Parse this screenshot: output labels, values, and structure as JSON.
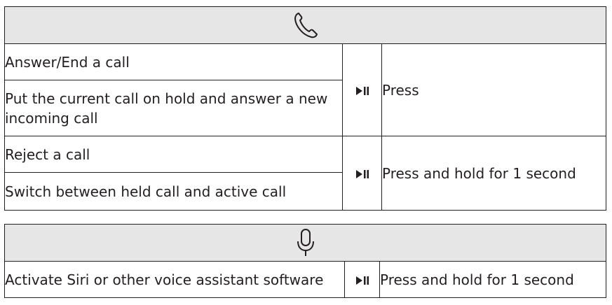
{
  "call_section": {
    "icon": "phone-icon",
    "rows": [
      {
        "action": "Answer/End a call"
      },
      {
        "action": "Put the current call on hold and answer a new incoming call"
      },
      {
        "action": "Reject a call"
      },
      {
        "action": "Switch between held call and active call"
      }
    ],
    "groups": [
      {
        "button_icon": "play-pause-icon",
        "operation": "Press"
      },
      {
        "button_icon": "play-pause-icon",
        "operation": "Press and hold for 1 second"
      }
    ]
  },
  "voice_section": {
    "icon": "microphone-icon",
    "rows": [
      {
        "action": "Activate Siri or other voice assistant software",
        "button_icon": "play-pause-icon",
        "operation": "Press and hold for 1 second"
      }
    ]
  }
}
